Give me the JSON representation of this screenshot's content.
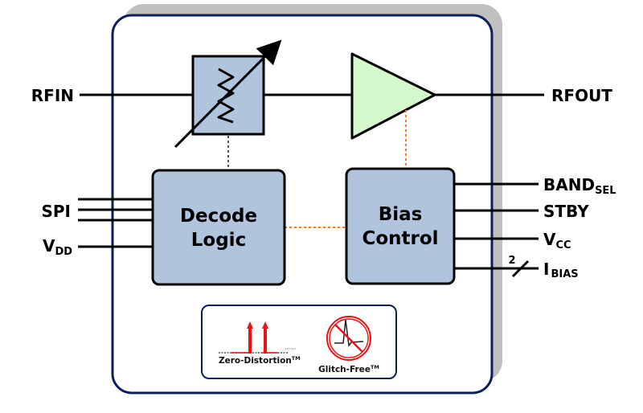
{
  "diagram": {
    "colors": {
      "frame_border": "#0a1f5c",
      "frame_shadow": "#c0c0c0",
      "block_fill": "#b0c4de",
      "amp_fill": "#d4f8cc",
      "control_link": "#f07820",
      "attenuator_link": "#555555",
      "logo_red": "#ee1111"
    },
    "ports_left": [
      {
        "label": "RFIN",
        "sub": ""
      },
      {
        "label": "SPI",
        "sub": ""
      },
      {
        "label": "V",
        "sub": "DD"
      }
    ],
    "ports_right": [
      {
        "label": "RFOUT",
        "sub": ""
      },
      {
        "label": "BAND",
        "sub": "SEL"
      },
      {
        "label": "STBY",
        "sub": ""
      },
      {
        "label": "V",
        "sub": "CC"
      },
      {
        "label": "I",
        "sub": "BIAS",
        "bus_width": "2"
      }
    ],
    "blocks": {
      "decode_logic": [
        "Decode",
        "Logic"
      ],
      "bias_control": [
        "Bias",
        "Control"
      ],
      "attenuator": "Variable attenuator",
      "amplifier": "Amplifier"
    },
    "features": {
      "zero_distortion": {
        "label": "Zero-Distortion",
        "mark": "TM"
      },
      "glitch_free": {
        "label": "Glitch-Free",
        "mark": "TM"
      }
    }
  }
}
